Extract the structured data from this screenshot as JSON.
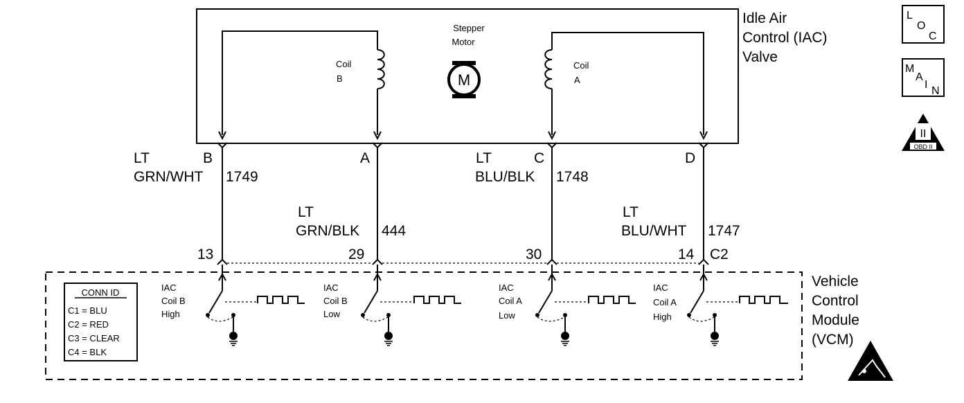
{
  "iac_valve": {
    "title_line1": "Idle Air",
    "title_line2": "Control (IAC)",
    "title_line3": "Valve",
    "motor_label_1": "Stepper",
    "motor_label_2": "Motor",
    "motor_symbol": "M",
    "coil_b_1": "Coil",
    "coil_b_2": "B",
    "coil_a_1": "Coil",
    "coil_a_2": "A"
  },
  "wires": [
    {
      "pin": "B",
      "color_1": "LT",
      "color_2": "GRN/WHT",
      "circuit": "1749",
      "vcm_pin": "13"
    },
    {
      "pin": "A",
      "color_1": "LT",
      "color_2": "GRN/BLK",
      "circuit": "444",
      "vcm_pin": "29"
    },
    {
      "pin": "C",
      "color_1": "LT",
      "color_2": "BLU/BLK",
      "circuit": "1748",
      "vcm_pin": "30"
    },
    {
      "pin": "D",
      "color_1": "LT",
      "color_2": "BLU/WHT",
      "circuit": "1747",
      "vcm_pin": "14"
    }
  ],
  "connector_label": "C2",
  "vcm": {
    "title_line1": "Vehicle",
    "title_line2": "Control",
    "title_line3": "Module",
    "title_line4": "(VCM)",
    "drivers": [
      {
        "l1": "IAC",
        "l2": "Coil B",
        "l3": "High"
      },
      {
        "l1": "IAC",
        "l2": "Coil B",
        "l3": "Low"
      },
      {
        "l1": "IAC",
        "l2": "Coil A",
        "l3": "Low"
      },
      {
        "l1": "IAC",
        "l2": "Coil A",
        "l3": "High"
      }
    ]
  },
  "conn_id": {
    "title": "CONN ID",
    "rows": [
      "C1 = BLU",
      "C2 = RED",
      "C3 = CLEAR",
      "C4 = BLK"
    ]
  },
  "badges": {
    "loc": [
      "L",
      "O",
      "C"
    ],
    "main": [
      "M",
      "A",
      "I",
      "N"
    ],
    "obd_numeral": "II",
    "obd_text": "OBD II"
  }
}
